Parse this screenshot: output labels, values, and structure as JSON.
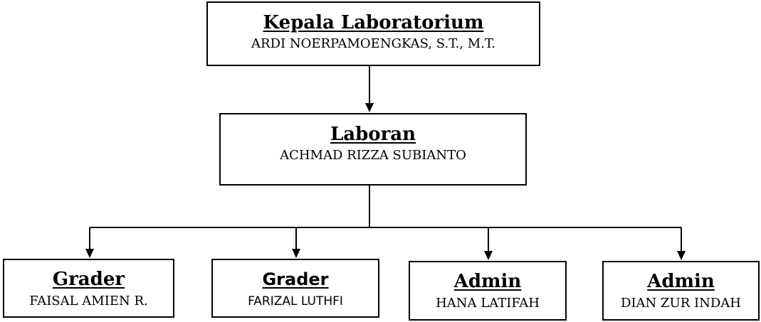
{
  "chart": {
    "head": {
      "role": "Kepala Laboratorium",
      "name": "ARDI NOERPAMOENGKAS, S.T., M.T."
    },
    "laboran": {
      "role": "Laboran",
      "name": "ACHMAD RIZZA SUBIANTO"
    },
    "staff": [
      {
        "role": "Grader",
        "name": "FAISAL AMIEN R."
      },
      {
        "role": "Grader",
        "name": "FARIZAL LUTHFI"
      },
      {
        "role": "Admin",
        "name": "HANA LATIFAH"
      },
      {
        "role": "Admin",
        "name": "DIAN ZUR INDAH"
      }
    ]
  },
  "colors": {
    "line": "#000000",
    "background": "#ffffff"
  }
}
